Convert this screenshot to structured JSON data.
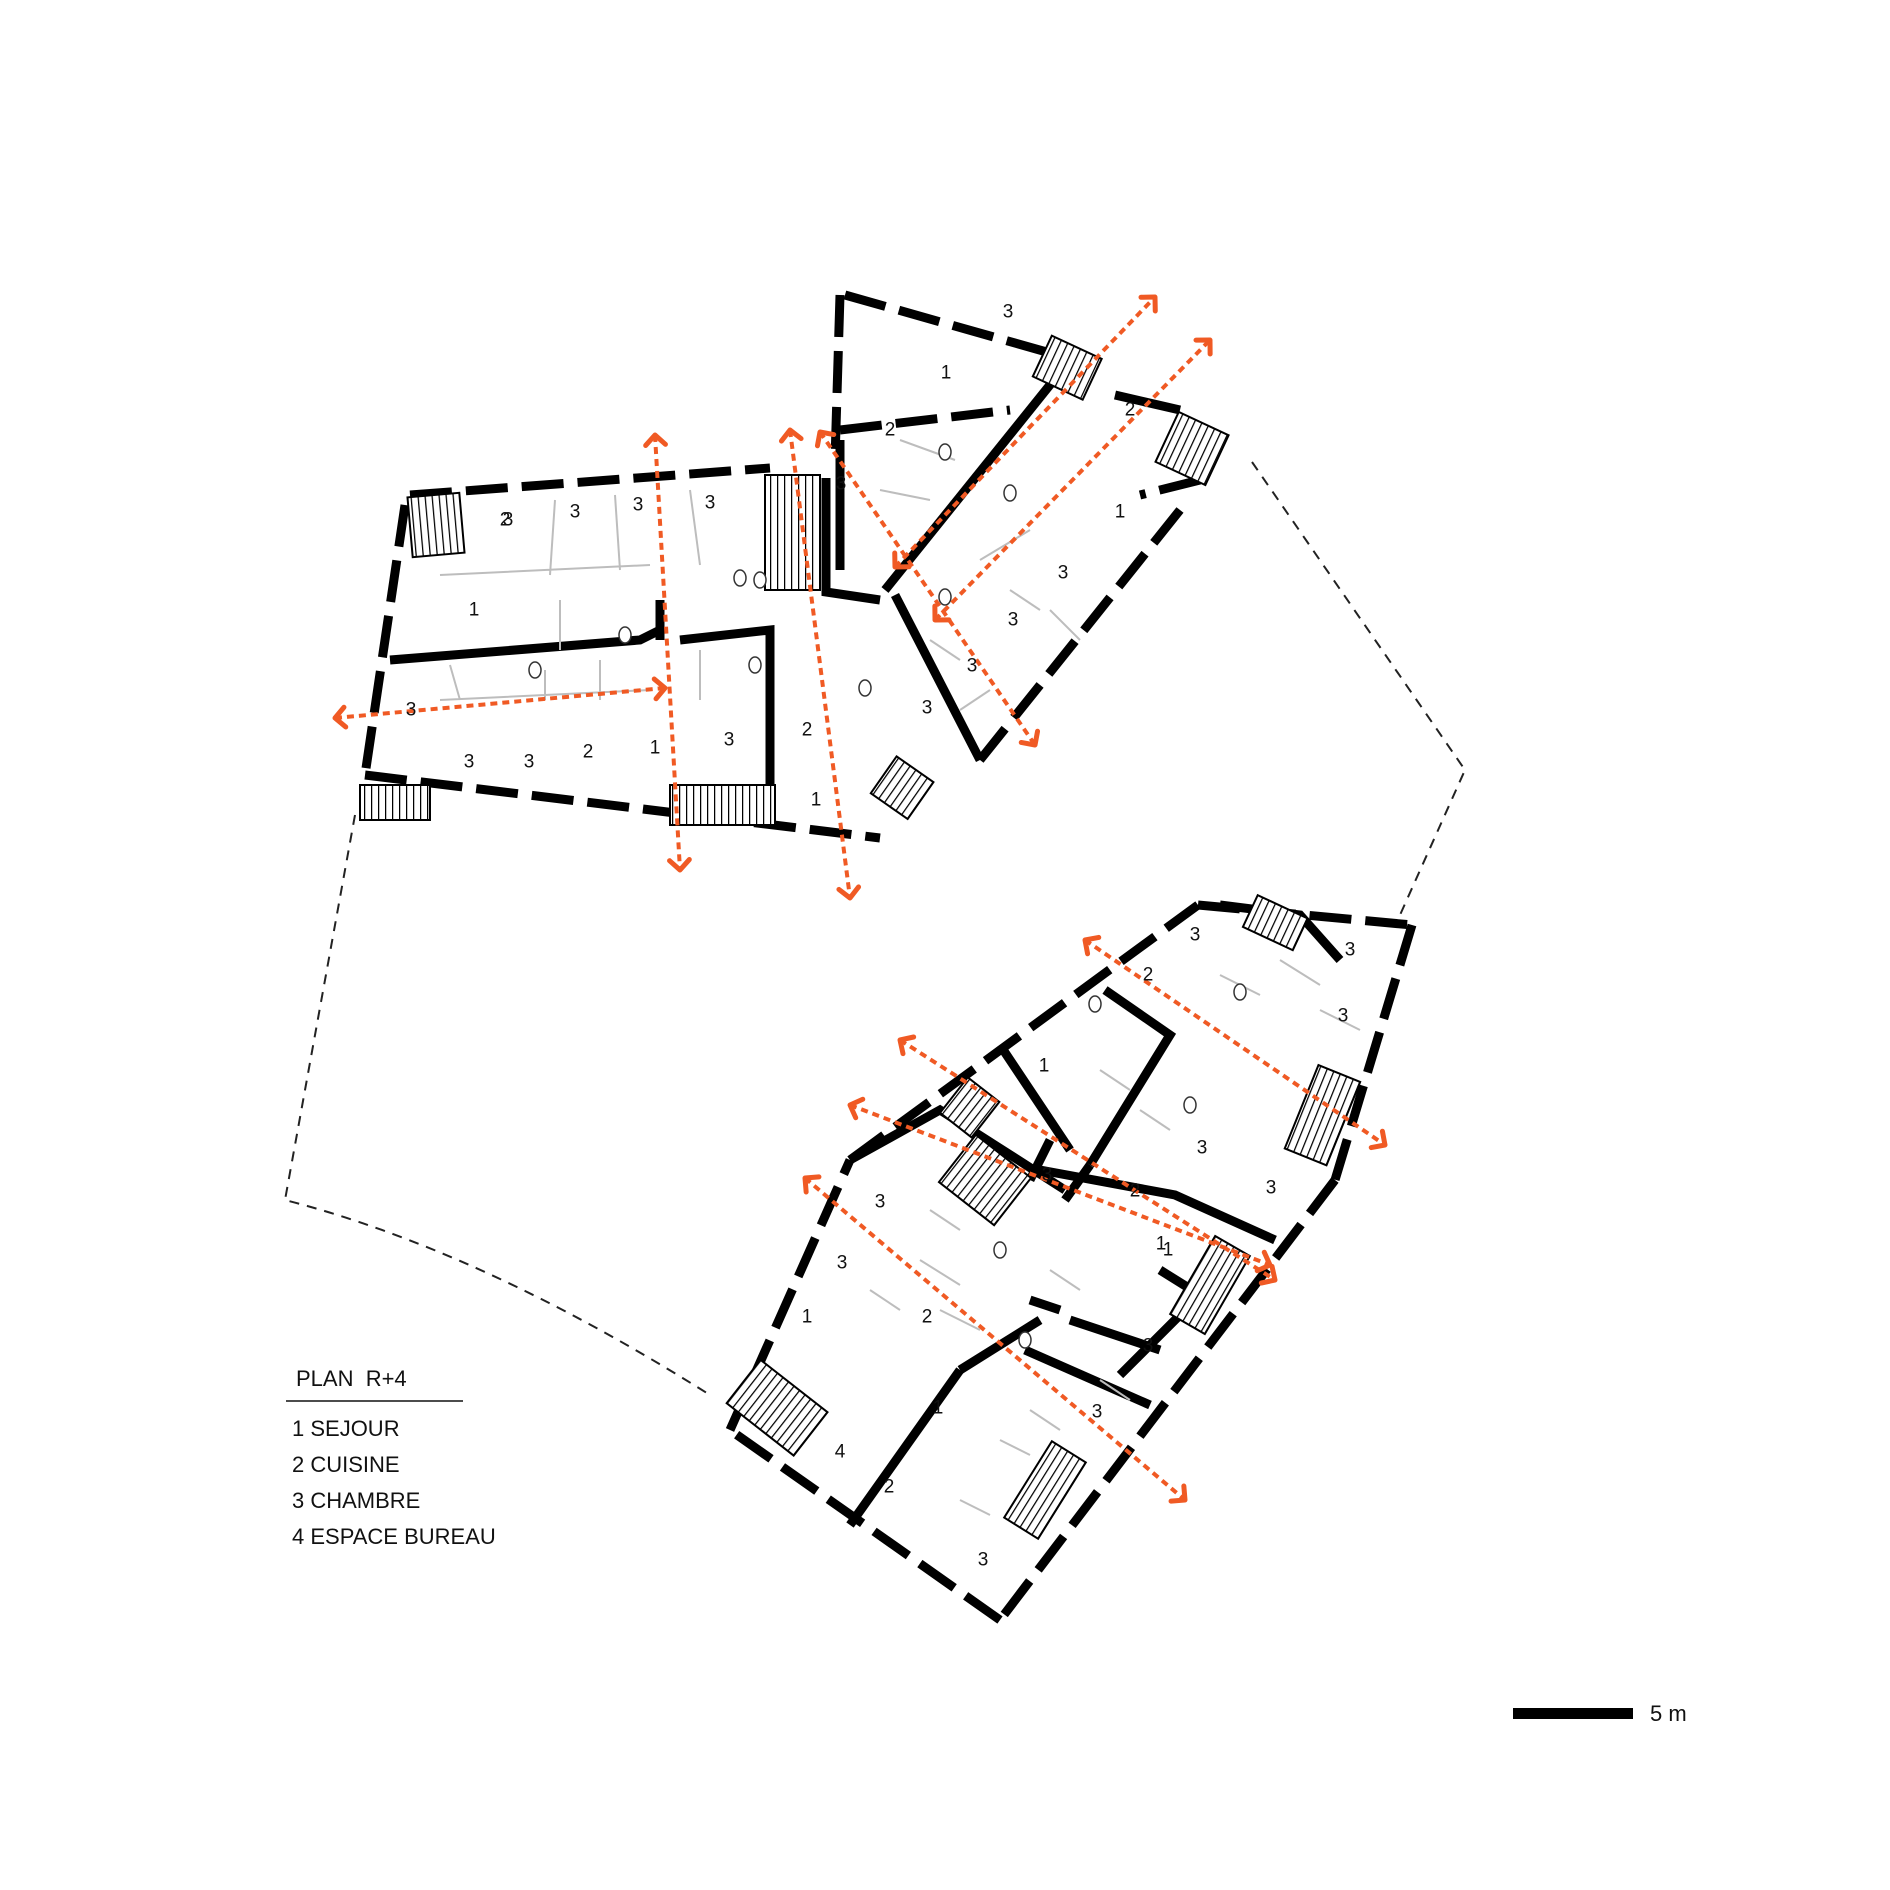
{
  "legend": {
    "title": "PLAN  R+4",
    "items": [
      "1 SEJOUR",
      "2 CUISINE",
      "3 CHAMBRE",
      "4 ESPACE BUREAU"
    ]
  },
  "scale": {
    "label": "5 m"
  },
  "colors": {
    "arrow": "#f05a24",
    "wall": "#000000",
    "partition": "#bdbdbd"
  },
  "rooms_north": [
    "3",
    "1",
    "2",
    "3",
    "2",
    "3",
    "3",
    "3",
    "1",
    "2",
    "1",
    "3",
    "3",
    "3",
    "3",
    "3",
    "3",
    "3",
    "2",
    "1",
    "3",
    "2",
    "1",
    "3"
  ],
  "rooms_south": [
    "3",
    "3",
    "2",
    "3",
    "3",
    "1",
    "2",
    "3",
    "1",
    "3",
    "3",
    "1",
    "2",
    "1",
    "3",
    "3",
    "1",
    "3",
    "2",
    "4",
    "3"
  ]
}
